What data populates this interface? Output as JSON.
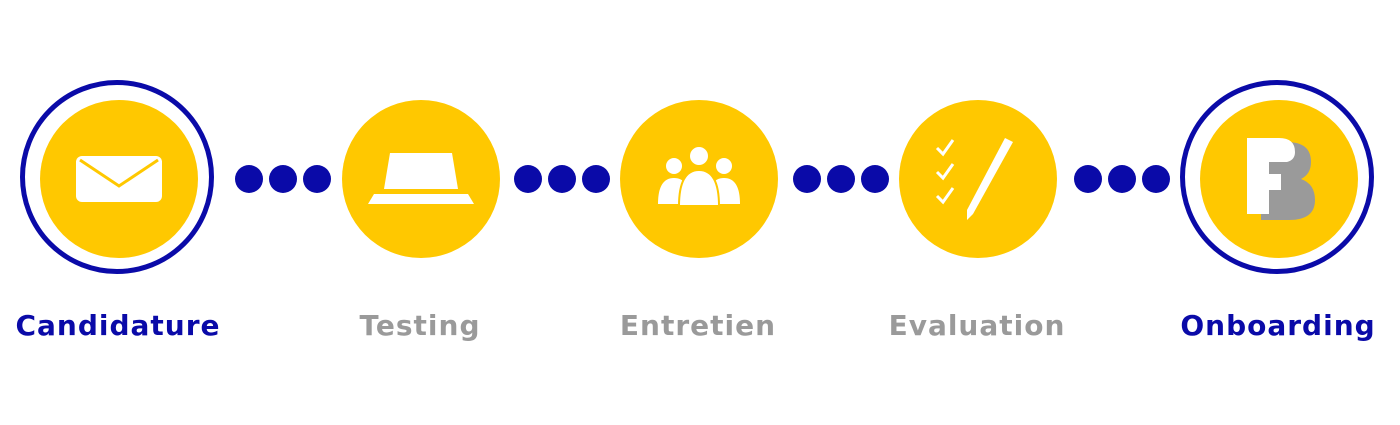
{
  "colors": {
    "accent_yellow": "#ffc800",
    "active_blue": "#0a0aa8",
    "inactive_grey": "#9a9a9a"
  },
  "steps": [
    {
      "label": "Candidature",
      "icon": "envelope-icon",
      "active": true
    },
    {
      "label": "Testing",
      "icon": "laptop-icon",
      "active": false
    },
    {
      "label": "Entretien",
      "icon": "people-group-icon",
      "active": false
    },
    {
      "label": "Evaluation",
      "icon": "checklist-pen-icon",
      "active": false
    },
    {
      "label": "Onboarding",
      "icon": "brand-logo-icon",
      "active": true
    }
  ]
}
